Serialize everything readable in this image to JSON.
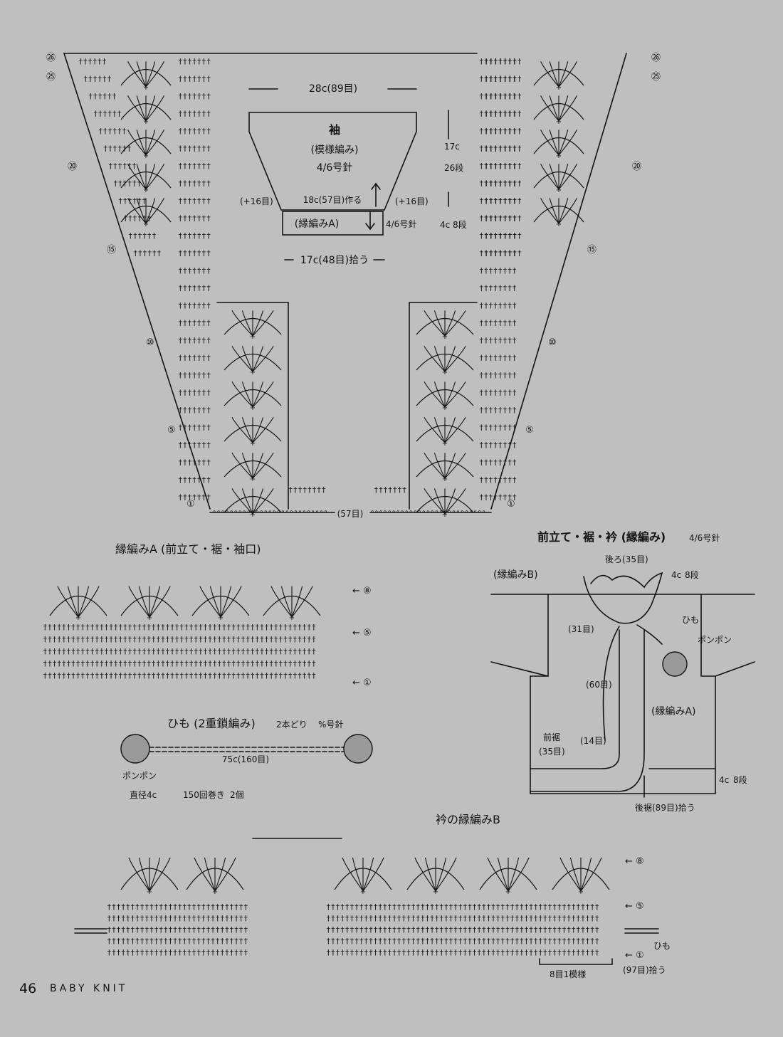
{
  "sleeve": {
    "top_width": "28c(89目)",
    "title": "袖",
    "pattern": "(模様編み)",
    "needle": "4/6号針",
    "cast_on": "18c(57目)作る",
    "increase_left": "(+16目)",
    "increase_right": "(+16目)",
    "edging": "(縁編みA)",
    "edging_needle": "4/6号針",
    "pickup": "17c(48目)拾う",
    "height_cm": "17c",
    "height_rows": "26段",
    "edge_cm": "4c",
    "edge_rows": "8段"
  },
  "main_chart": {
    "base_count": "(57目)",
    "row_markers_left": [
      "㉖",
      "㉕",
      "⑳",
      "⑮",
      "⑩",
      "⑤",
      "①"
    ],
    "row_markers_right": [
      "㉖",
      "㉕",
      "⑳",
      "⑮",
      "⑩",
      "⑤",
      "①"
    ]
  },
  "edging_a": {
    "title": "縁編みA (前立て・裾・袖口)",
    "row_markers": [
      "⑧",
      "⑤",
      "①"
    ]
  },
  "cord": {
    "title": "ひも (2重鎖編み)",
    "strands": "2本どり",
    "needle": "%号針",
    "length": "75c(160目)",
    "pompom_label": "ポンポン",
    "pompom_spec": "直径4c",
    "pompom_wraps": "150回巻き",
    "pompom_count": "2個"
  },
  "assembly": {
    "title": "前立て・裾・衿 (縁編み)",
    "title_needle": "4/6号針",
    "back_neck": "後ろ(35目)",
    "collar_edging": "(縁編みB)",
    "collar_height_cm": "4c",
    "collar_height_rows": "8段",
    "neck_front": "(31目)",
    "front_count": "(60目)",
    "tie_label": "ひも",
    "pompom_label": "ポンポン",
    "edging_a_label": "(縁編みA)",
    "front_hem_label": "前裾",
    "front_hem_count": "(35目)",
    "corner_count": "(14目)",
    "hem_height_cm": "4c",
    "hem_height_rows": "8段",
    "back_hem": "後裾(89目)拾う"
  },
  "collar_b": {
    "title": "衿の縁編みB",
    "row_markers": [
      "⑧",
      "⑤",
      "①"
    ],
    "tie_label": "ひも",
    "repeat": "8目1模様",
    "pickup": "(97目)拾う"
  },
  "footer": {
    "page_number": "46",
    "magazine": "BABY KNIT"
  }
}
